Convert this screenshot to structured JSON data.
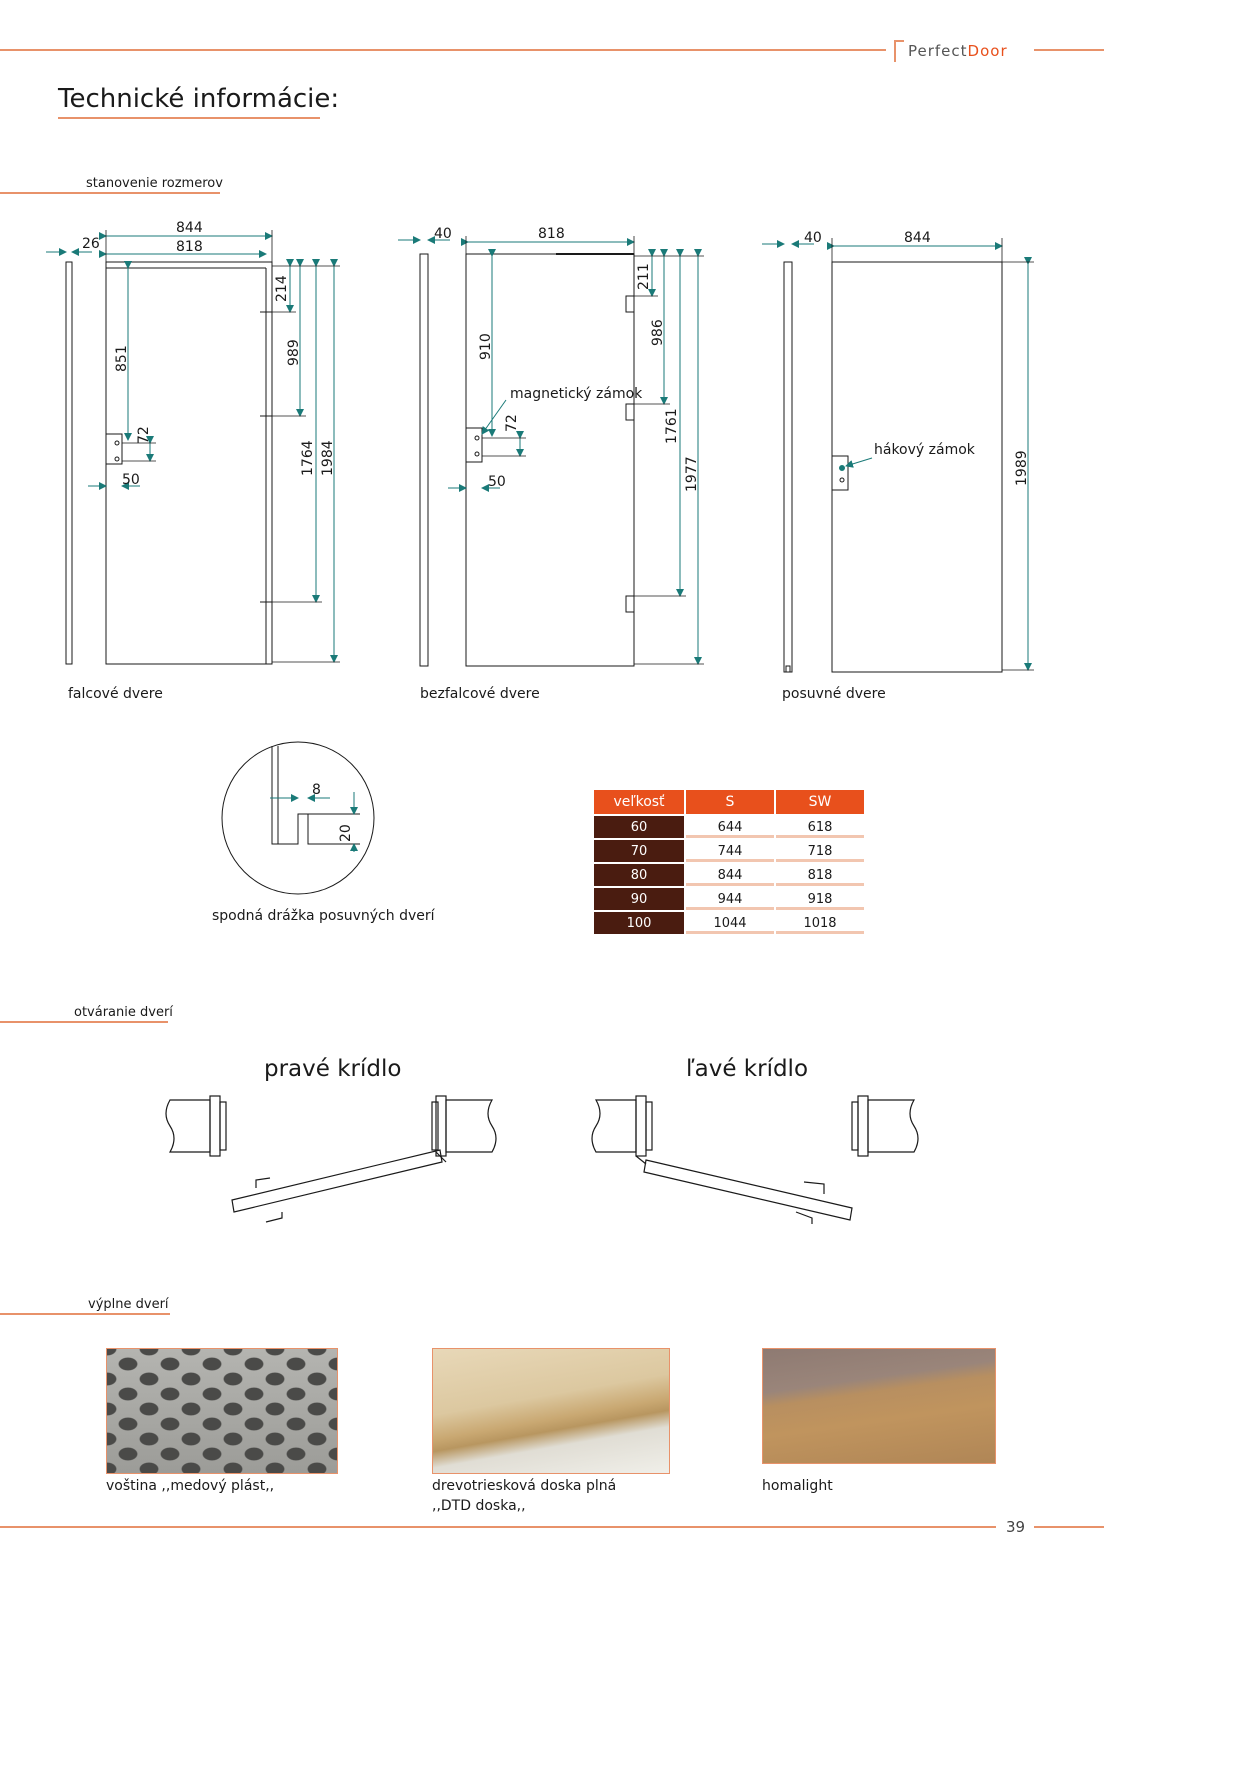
{
  "brand": {
    "name_part1": "Perfect",
    "name_part2": "Door"
  },
  "page_title": "Technické informácie:",
  "sections": {
    "dimensions": "stanovenie rozmerov",
    "opening": "otváranie dverí",
    "fillings": "výplne dverí"
  },
  "doors": {
    "falcove": {
      "caption": "falcové dvere",
      "dims": {
        "d26": "26",
        "d844": "844",
        "d818": "818",
        "d214": "214",
        "d851": "851",
        "d989": "989",
        "d72": "72",
        "d50": "50",
        "d1764": "1764",
        "d1984": "1984"
      }
    },
    "bezfalcove": {
      "caption": "bezfalcové dvere",
      "lock_label": "magnetický zámok",
      "dims": {
        "d40": "40",
        "d818": "818",
        "d211": "211",
        "d910": "910",
        "d986": "986",
        "d72": "72",
        "d50": "50",
        "d1761": "1761",
        "d1977": "1977"
      }
    },
    "posuvne": {
      "caption": "posuvné dvere",
      "lock_label": "hákový zámok",
      "dims": {
        "d40": "40",
        "d844": "844",
        "d1989": "1989"
      }
    }
  },
  "groove": {
    "caption": "spodná drážka posuvných dverí",
    "dims": {
      "d8": "8",
      "d20": "20"
    }
  },
  "size_table": {
    "headers": [
      "veľkosť",
      "S",
      "SW"
    ],
    "rows": [
      [
        "60",
        "644",
        "618"
      ],
      [
        "70",
        "744",
        "718"
      ],
      [
        "80",
        "844",
        "818"
      ],
      [
        "90",
        "944",
        "918"
      ],
      [
        "100",
        "1044",
        "1018"
      ]
    ]
  },
  "opening": {
    "right": "pravé krídlo",
    "left": "ľavé krídlo"
  },
  "fillings": [
    {
      "caption_line1": "voština ,,medový plást,,",
      "caption_line2": ""
    },
    {
      "caption_line1": "drevotriesková doska plná",
      "caption_line2": ",,DTD doska,,"
    },
    {
      "caption_line1": "homalight",
      "caption_line2": ""
    }
  ],
  "page_number": "39",
  "colors": {
    "accent": "#e8501c",
    "accent_light": "#e8926a",
    "dim_arrow": "#1a7a78",
    "table_key": "#4a1c10"
  }
}
